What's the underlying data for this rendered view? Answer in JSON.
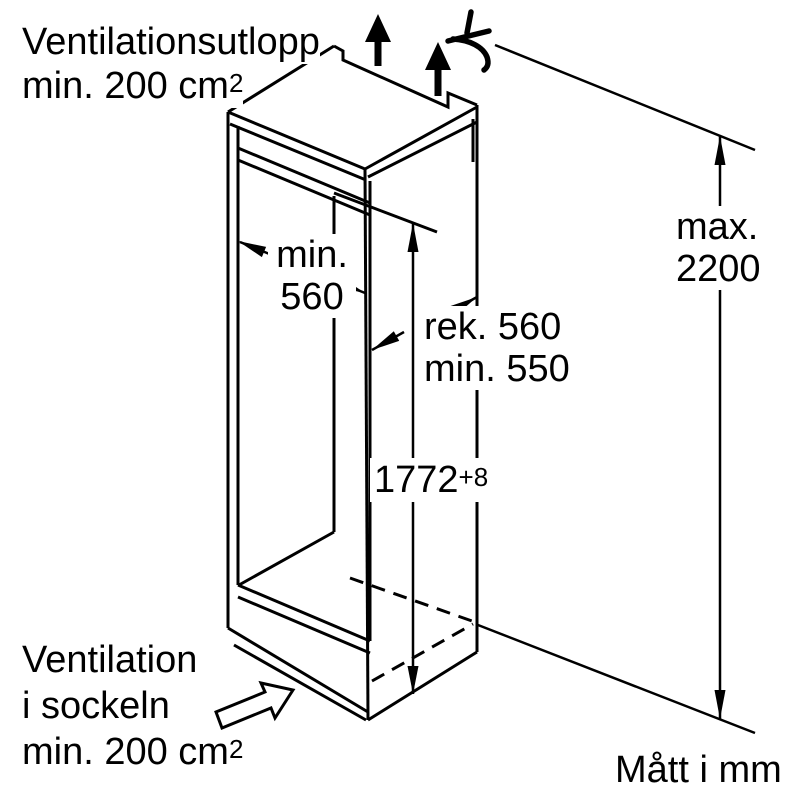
{
  "diagram": {
    "title_context": "refrigerator-niche-installation",
    "unit_note": "Mått i mm",
    "vent_outlet": {
      "line1": "Ventilationsutlopp",
      "line2_base": "min. 200 cm",
      "line2_sup": "2"
    },
    "vent_plinth": {
      "line1": "Ventilation",
      "line2": "i sockeln",
      "line3_base": "min. 200 cm",
      "line3_sup": "2"
    },
    "width_dim": {
      "line1": "min.",
      "line2": "560"
    },
    "depth_dim": {
      "line1": "rek. 560",
      "line2": "min. 550"
    },
    "niche_height_dim": {
      "base": "1772",
      "sup": "+8"
    },
    "max_height_dim": {
      "line1": "max.",
      "line2": "2200"
    },
    "colors": {
      "line": "#000000",
      "background": "#ffffff"
    }
  }
}
